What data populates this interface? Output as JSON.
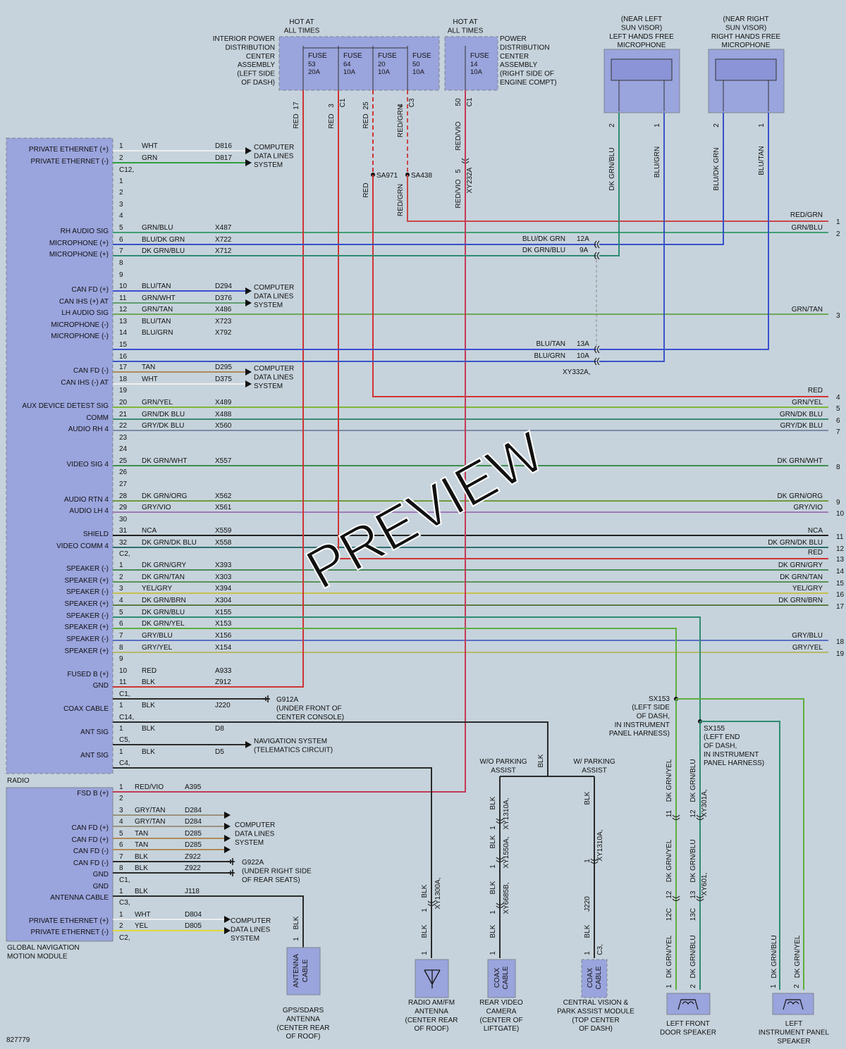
{
  "diagram_id": "827779",
  "watermark": "PREVIEW",
  "colors": {
    "background": "#c6d3dc",
    "module": "#9aa4dd",
    "module_border": "#7e8590",
    "RED": "#cf3434",
    "RED/GRN": "#c94848",
    "RED/VIO": "#c43a55",
    "GRN/BLU": "#3f9f72",
    "BLU/DK GRN": "#3650c8",
    "DK GRN/BLU": "#2f8b72",
    "BLU/TAN": "#3b4fd0",
    "GRN/WHT": "#5f9e6e",
    "GRN/TAN": "#6ea856",
    "BLU/GRN": "#3a55c6",
    "TAN": "#b08a5a",
    "WHT": "#eeeeee",
    "GRN": "#2f9f40",
    "GRN/YEL": "#7fb638",
    "GRN/DK BLU": "#3f8a70",
    "GRY/DK BLU": "#7b8ba6",
    "DK GRN/WHT": "#3f8d50",
    "DK GRN/ORG": "#6f9a3c",
    "GRY/VIO": "#a07ab8",
    "NCA": "#222222",
    "DK GRN/DK BLU": "#2e6e6e",
    "DK GRN/GRY": "#4a8a5a",
    "DK GRN/TAN": "#5b9358",
    "YEL/GRY": "#c8c050",
    "DK GRN/BRN": "#5a7a42",
    "DK GRN/YEL": "#5fae3e",
    "GRY/BLU": "#5a6fc2",
    "GRY/YEL": "#b6b868",
    "BLK": "#2a2a2a",
    "GRY/TAN": "#9a9280",
    "YEL": "#e0d838"
  },
  "fuse_box_left": {
    "hot_label": [
      "HOT AT",
      "ALL TIMES"
    ],
    "name": [
      "INTERIOR POWER",
      "DISTRIBUTION",
      "CENTER",
      "ASSEMBLY",
      "(LEFT SIDE",
      "OF DASH)"
    ],
    "fuses": [
      {
        "word": "FUSE",
        "num": "53",
        "amp": "20A",
        "pin": "17",
        "conn": "",
        "wire": "RED"
      },
      {
        "word": "FUSE",
        "num": "64",
        "amp": "10A",
        "pin": "3",
        "conn": "C1",
        "wire": "RED"
      },
      {
        "word": "FUSE",
        "num": "20",
        "amp": "10A",
        "pin": "25",
        "conn": "",
        "wire": "RED"
      },
      {
        "word": "FUSE",
        "num": "50",
        "amp": "10A",
        "pin": "4",
        "conn": "C3",
        "wire": "RED/GRN"
      }
    ]
  },
  "fuse_box_right": {
    "hot_label": [
      "HOT AT",
      "ALL TIMES"
    ],
    "name": [
      "POWER",
      "DISTRIBUTION",
      "CENTER",
      "ASSEMBLY",
      "(RIGHT SIDE OF",
      "ENGINE COMPT)"
    ],
    "fuse": {
      "word": "FUSE",
      "num": "14",
      "amp": "10A",
      "pin": "50",
      "conn": "C1",
      "wire": "RED/VIO"
    }
  },
  "splices_top": [
    {
      "id": "SA971",
      "wire_below": "RED"
    },
    {
      "id": "SA438",
      "wire_below": "RED/GRN"
    }
  ],
  "inline_top": {
    "pin": "5",
    "conn": "XY232A",
    "wire_below": "RED/VIO"
  },
  "microphones": [
    {
      "name": [
        "(NEAR LEFT",
        "SUN VISOR)",
        "LEFT HANDS FREE",
        "MICROPHONE"
      ],
      "pins": [
        "2",
        "1"
      ],
      "wires": [
        "DK GRN/BLU",
        "BLU/GRN"
      ]
    },
    {
      "name": [
        "(NEAR RIGHT",
        "SUN VISOR)",
        "RIGHT HANDS FREE",
        "MICROPHONE"
      ],
      "pins": [
        "2",
        "1"
      ],
      "wires": [
        "BLU/DK GRN",
        "BLU/TAN"
      ]
    }
  ],
  "radio": {
    "name": "RADIO",
    "rows": [
      {
        "pin": "1",
        "label": "PRIVATE ETHERNET (+)",
        "color": "WHT",
        "circuit": "D816"
      },
      {
        "pin": "2",
        "label": "PRIVATE ETHERNET (-)",
        "color": "GRN",
        "circuit": "D817"
      },
      {
        "pin": "C12",
        "conn": true
      },
      {
        "pin": "1"
      },
      {
        "pin": "2"
      },
      {
        "pin": "3"
      },
      {
        "pin": "4"
      },
      {
        "pin": "5",
        "label": "RH AUDIO SIG",
        "color": "GRN/BLU",
        "circuit": "X487"
      },
      {
        "pin": "6",
        "label": "MICROPHONE (+)",
        "color": "BLU/DK GRN",
        "circuit": "X722"
      },
      {
        "pin": "7",
        "label": "MICROPHONE (+)",
        "color": "DK GRN/BLU",
        "circuit": "X712"
      },
      {
        "pin": "8"
      },
      {
        "pin": "9"
      },
      {
        "pin": "10",
        "label": "CAN FD (+)",
        "color": "BLU/TAN",
        "circuit": "D294"
      },
      {
        "pin": "11",
        "label": "CAN IHS (+) AT",
        "color": "GRN/WHT",
        "circuit": "D376"
      },
      {
        "pin": "12",
        "label": "LH AUDIO SIG",
        "color": "GRN/TAN",
        "circuit": "X486"
      },
      {
        "pin": "13",
        "label": "MICROPHONE (-)",
        "color": "BLU/TAN",
        "circuit": "X723"
      },
      {
        "pin": "14",
        "label": "MICROPHONE (-)",
        "color": "BLU/GRN",
        "circuit": "X792"
      },
      {
        "pin": "15"
      },
      {
        "pin": "16"
      },
      {
        "pin": "17",
        "label": "CAN FD (-)",
        "color": "TAN",
        "circuit": "D295"
      },
      {
        "pin": "18",
        "label": "CAN IHS (-) AT",
        "color": "WHT",
        "circuit": "D375"
      },
      {
        "pin": "19"
      },
      {
        "pin": "20",
        "label": "AUX DEVICE DETEST SIG",
        "color": "GRN/YEL",
        "circuit": "X489"
      },
      {
        "pin": "21",
        "label": "COMM",
        "color": "GRN/DK BLU",
        "circuit": "X488"
      },
      {
        "pin": "22",
        "label": "AUDIO RH 4",
        "color": "GRY/DK BLU",
        "circuit": "X560"
      },
      {
        "pin": "23"
      },
      {
        "pin": "24"
      },
      {
        "pin": "25",
        "label": "VIDEO SIG 4",
        "color": "DK GRN/WHT",
        "circuit": "X557"
      },
      {
        "pin": "26"
      },
      {
        "pin": "27"
      },
      {
        "pin": "28",
        "label": "AUDIO RTN 4",
        "color": "DK GRN/ORG",
        "circuit": "X562"
      },
      {
        "pin": "29",
        "label": "AUDIO LH 4",
        "color": "GRY/VIO",
        "circuit": "X561"
      },
      {
        "pin": "30"
      },
      {
        "pin": "31",
        "label": "SHIELD",
        "color": "NCA",
        "circuit": "X559"
      },
      {
        "pin": "32",
        "label": "VIDEO COMM 4",
        "color": "DK GRN/DK BLU",
        "circuit": "X558"
      },
      {
        "pin": "C2",
        "conn": true
      },
      {
        "pin": "1",
        "label": "SPEAKER (-)",
        "color": "DK GRN/GRY",
        "circuit": "X393"
      },
      {
        "pin": "2",
        "label": "SPEAKER (+)",
        "color": "DK GRN/TAN",
        "circuit": "X303"
      },
      {
        "pin": "3",
        "label": "SPEAKER (-)",
        "color": "YEL/GRY",
        "circuit": "X394"
      },
      {
        "pin": "4",
        "label": "SPEAKER (+)",
        "color": "DK GRN/BRN",
        "circuit": "X304"
      },
      {
        "pin": "5",
        "label": "SPEAKER (-)",
        "color": "DK GRN/BLU",
        "circuit": "X155"
      },
      {
        "pin": "6",
        "label": "SPEAKER (+)",
        "color": "DK GRN/YEL",
        "circuit": "X153"
      },
      {
        "pin": "7",
        "label": "SPEAKER (-)",
        "color": "GRY/BLU",
        "circuit": "X156"
      },
      {
        "pin": "8",
        "label": "SPEAKER (+)",
        "color": "GRY/YEL",
        "circuit": "X154"
      },
      {
        "pin": "9"
      },
      {
        "pin": "10",
        "label": "FUSED B (+)",
        "color": "RED",
        "circuit": "A933"
      },
      {
        "pin": "11",
        "label": "GND",
        "color": "BLK",
        "circuit": "Z912"
      },
      {
        "pin": "C1",
        "conn": true
      },
      {
        "pin": "1",
        "label": "COAX CABLE",
        "color": "BLK",
        "circuit": "J220"
      },
      {
        "pin": "C14",
        "conn": true
      },
      {
        "pin": "1",
        "label": "ANT SIG",
        "color": "BLK",
        "circuit": "D8"
      },
      {
        "pin": "C5",
        "conn": true
      },
      {
        "pin": "1",
        "label": "ANT SIG",
        "color": "BLK",
        "circuit": "D5"
      },
      {
        "pin": "C4",
        "conn": true
      }
    ]
  },
  "right_edge": [
    {
      "ref": "1",
      "color": "RED/GRN"
    },
    {
      "ref": "2",
      "color": "GRN/BLU"
    },
    {
      "ref": "3",
      "color": "GRN/TAN"
    },
    {
      "ref": "4",
      "color": "RED"
    },
    {
      "ref": "5",
      "color": "GRN/YEL"
    },
    {
      "ref": "6",
      "color": "GRN/DK BLU"
    },
    {
      "ref": "7",
      "color": "GRY/DK BLU"
    },
    {
      "ref": "8",
      "color": "DK GRN/WHT"
    },
    {
      "ref": "9",
      "color": "DK GRN/ORG"
    },
    {
      "ref": "10",
      "color": "GRY/VIO"
    },
    {
      "ref": "11",
      "color": "NCA"
    },
    {
      "ref": "12",
      "color": "DK GRN/DK BLU"
    },
    {
      "ref": "13",
      "color": "RED"
    },
    {
      "ref": "14",
      "color": "DK GRN/GRY"
    },
    {
      "ref": "15",
      "color": "DK GRN/TAN"
    },
    {
      "ref": "16",
      "color": "YEL/GRY"
    },
    {
      "ref": "17",
      "color": "DK GRN/BRN"
    },
    {
      "ref": "18",
      "color": "GRY/BLU"
    },
    {
      "ref": "19",
      "color": "GRY/YEL"
    }
  ],
  "mic_connector": {
    "top": [
      {
        "pin": "12A",
        "color": "BLU/DK GRN"
      },
      {
        "pin": "9A",
        "color": "DK GRN/BLU"
      }
    ],
    "bottom": [
      {
        "pin": "13A",
        "color": "BLU/TAN"
      },
      {
        "pin": "10A",
        "color": "BLU/GRN"
      }
    ],
    "name": "XY332A"
  },
  "computer_data_lines": [
    "COMPUTER",
    "DATA LINES",
    "SYSTEM"
  ],
  "ground_g912a": [
    "G912A",
    "(UNDER FRONT OF",
    "CENTER CONSOLE)"
  ],
  "nav_system": [
    "NAVIGATION SYSTEM",
    "(TELEMATICS CIRCUIT)"
  ],
  "gnmm": {
    "name": [
      "GLOBAL NAVIGATION",
      "MOTION MODULE"
    ],
    "rows": [
      {
        "pin": "1",
        "label": "FSD B (+)",
        "color": "RED/VIO",
        "circuit": "A395"
      },
      {
        "pin": "2"
      },
      {
        "pin": "3",
        "label": "",
        "color": "GRY/TAN",
        "circuit": "D284"
      },
      {
        "pin": "4",
        "label": "CAN FD (+)",
        "color": "GRY/TAN",
        "circuit": "D284"
      },
      {
        "pin": "5",
        "label": "CAN FD (+)",
        "color": "TAN",
        "circuit": "D285"
      },
      {
        "pin": "6",
        "label": "CAN FD (-)",
        "color": "TAN",
        "circuit": "D285"
      },
      {
        "pin": "7",
        "label": "CAN FD (-)",
        "color": "BLK",
        "circuit": "Z922"
      },
      {
        "pin": "8",
        "label": "GND",
        "color": "BLK",
        "circuit": "Z922"
      },
      {
        "pin": "",
        "label": "GND"
      },
      {
        "pin": "C1",
        "conn": true
      },
      {
        "pin": "1",
        "label": "ANTENNA CABLE",
        "color": "BLK",
        "circuit": "J118"
      },
      {
        "pin": "C3",
        "conn": true
      },
      {
        "pin": "1",
        "label": "PRIVATE ETHERNET (+)",
        "color": "WHT",
        "circuit": "D804"
      },
      {
        "pin": "2",
        "label": "PRIVATE ETHERNET (-)",
        "color": "YEL",
        "circuit": "D805"
      },
      {
        "pin": "C2",
        "conn": true
      }
    ]
  },
  "ground_g922a": [
    "G922A",
    "(UNDER RIGHT SIDE",
    "OF REAR SEATS)"
  ],
  "splices_right": [
    {
      "id": "SX153",
      "desc": [
        "(LEFT SIDE",
        "OF DASH,",
        "IN INSTRUMENT",
        "PANEL HARNESS)"
      ]
    },
    {
      "id": "SX155",
      "desc": [
        "(LEFT END",
        "OF DASH,",
        "IN INSTRUMENT",
        "PANEL HARNESS)"
      ]
    }
  ],
  "speaker_wires": {
    "left_col": [
      "DK GRN/YEL",
      "DK GRN/YEL",
      "DK GRN/YEL"
    ],
    "right_col": [
      "DK GRN/BLU",
      "DK GRN/BLU",
      "DK GRN/BLU"
    ],
    "inline1": {
      "pins": [
        "11",
        "12"
      ],
      "conn": "XY301A"
    },
    "inline2": {
      "pins": [
        "12",
        "13"
      ],
      "conn": "XY601"
    },
    "inline2_pins_below": [
      "12C",
      "13C"
    ]
  },
  "instr_speaker_wires": [
    "DK GRN/BLU",
    "DK GRN/YEL"
  ],
  "parking": {
    "wo": [
      "W/O PARKING",
      "ASSIST"
    ],
    "w": [
      "W/ PARKING",
      "ASSIST"
    ],
    "trunk_wire": "BLK"
  },
  "coax_chain_left": [
    {
      "pin": "1",
      "conn": "XY1310A",
      "wire": "BLK"
    },
    {
      "pin": "1",
      "conn": "XY1550A",
      "wire": "BLK"
    },
    {
      "pin": "1",
      "conn": "XY6685B",
      "wire": "BLK"
    }
  ],
  "coax_chain_right": {
    "pin": "1",
    "conn": "XY1310A",
    "wire1": "BLK",
    "circuit": "J220",
    "wire2": "BLK",
    "conn2": "C3"
  },
  "radio_ant_inline": {
    "pin": "1",
    "conn": "XY1300A",
    "wire": "BLK"
  },
  "components_bottom": [
    {
      "box": [
        "ANTENNA",
        "CABLE"
      ],
      "name": [
        "GPS/SDARS",
        "ANTENNA",
        "(CENTER REAR",
        "OF ROOF)"
      ],
      "pin": "1"
    },
    {
      "box": [],
      "name": [
        "RADIO AM/FM",
        "ANTENNA",
        "(CENTER REAR",
        "OF ROOF)"
      ],
      "pin": "1"
    },
    {
      "box": [
        "COAX",
        "CABLE"
      ],
      "name": [
        "REAR VIDEO",
        "CAMERA",
        "(CENTER OF",
        "LIFTGATE)"
      ],
      "pin": "1"
    },
    {
      "box": [
        "COAX",
        "CABLE"
      ],
      "name": [
        "CENTRAL VISION &",
        "PARK ASSIST MODULE",
        "(TOP CENTER",
        "OF DASH)"
      ],
      "pin": "1"
    },
    {
      "box": [],
      "name": [
        "LEFT FRONT",
        "DOOR SPEAKER"
      ],
      "pins": [
        "1",
        "2"
      ]
    },
    {
      "box": [],
      "name": [
        "LEFT",
        "INSTRUMENT PANEL",
        "SPEAKER"
      ],
      "pins": [
        "1",
        "2"
      ]
    }
  ]
}
